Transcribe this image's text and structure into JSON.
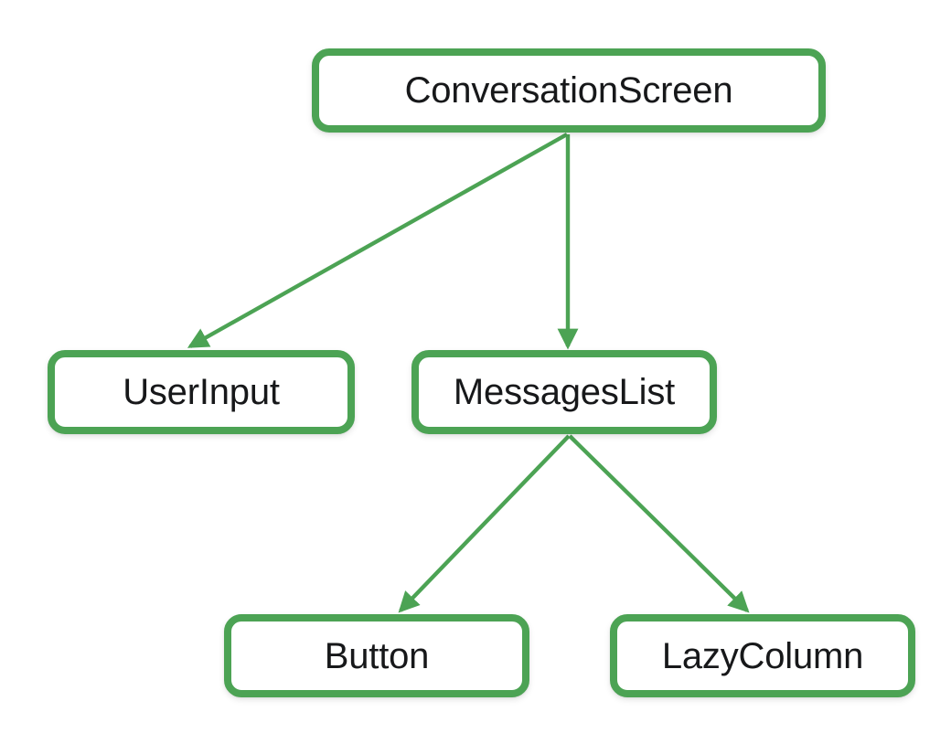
{
  "diagram": {
    "type": "flow-tree",
    "background_color": "#ffffff",
    "node_border_color": "#4ca354",
    "node_fill_color": "#ffffff",
    "node_text_color": "#17181a",
    "edge_color": "#4ca354",
    "nodes": [
      {
        "id": "conversationscreen",
        "label": "ConversationScreen"
      },
      {
        "id": "userinput",
        "label": "UserInput"
      },
      {
        "id": "messageslist",
        "label": "MessagesList"
      },
      {
        "id": "button",
        "label": "Button"
      },
      {
        "id": "lazycolumn",
        "label": "LazyColumn"
      }
    ],
    "edges": [
      {
        "from": "ConversationScreen",
        "to": "UserInput"
      },
      {
        "from": "ConversationScreen",
        "to": "MessagesList"
      },
      {
        "from": "MessagesList",
        "to": "Button"
      },
      {
        "from": "MessagesList",
        "to": "LazyColumn"
      }
    ]
  }
}
